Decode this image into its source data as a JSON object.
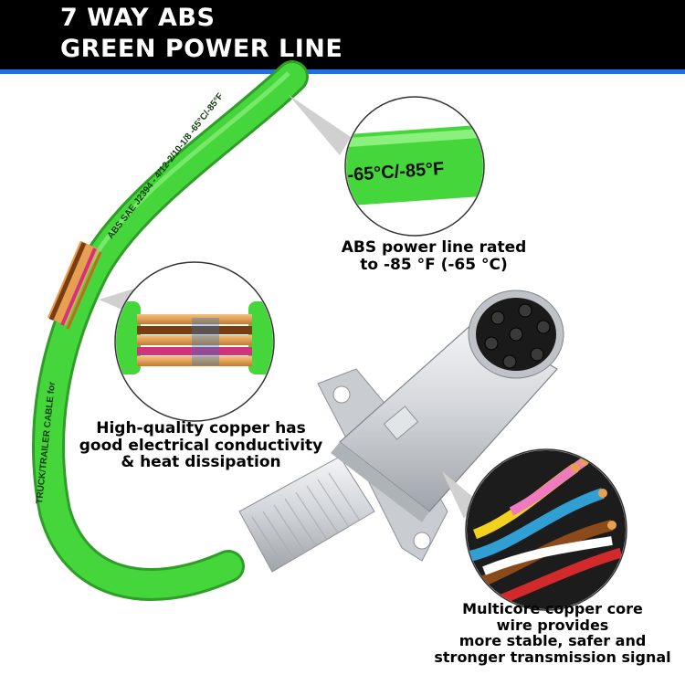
{
  "title": {
    "line1": "7 WAY ABS",
    "line2": "GREEN POWER LINE"
  },
  "cable": {
    "print_main": "ABS SAE J2394 - 4/12-2/10-1/8 -65°C/-85°F",
    "print_side": "TRUCK/TRAILER CABLE for"
  },
  "callouts": {
    "temperature": {
      "zoom_text": "-65°C/-85°F",
      "caption_line1": "ABS power line rated",
      "caption_line2": "to -85 °F (-65 °C)"
    },
    "copper": {
      "caption_line1": "High-quality copper has",
      "caption_line2": "good electrical conductivity",
      "caption_line3": "& heat dissipation"
    },
    "multicore": {
      "caption_line1": "Multicore copper core",
      "caption_line2": "wire provides",
      "caption_line3": "more stable, safer and",
      "caption_line4": "stronger transmission signal"
    }
  },
  "colors": {
    "header_bg": "#000000",
    "header_stripe": "#1e6fe8",
    "cable_green": "#45d63b",
    "copper": "#e7a052",
    "aluminum": "#cfd2d6"
  }
}
